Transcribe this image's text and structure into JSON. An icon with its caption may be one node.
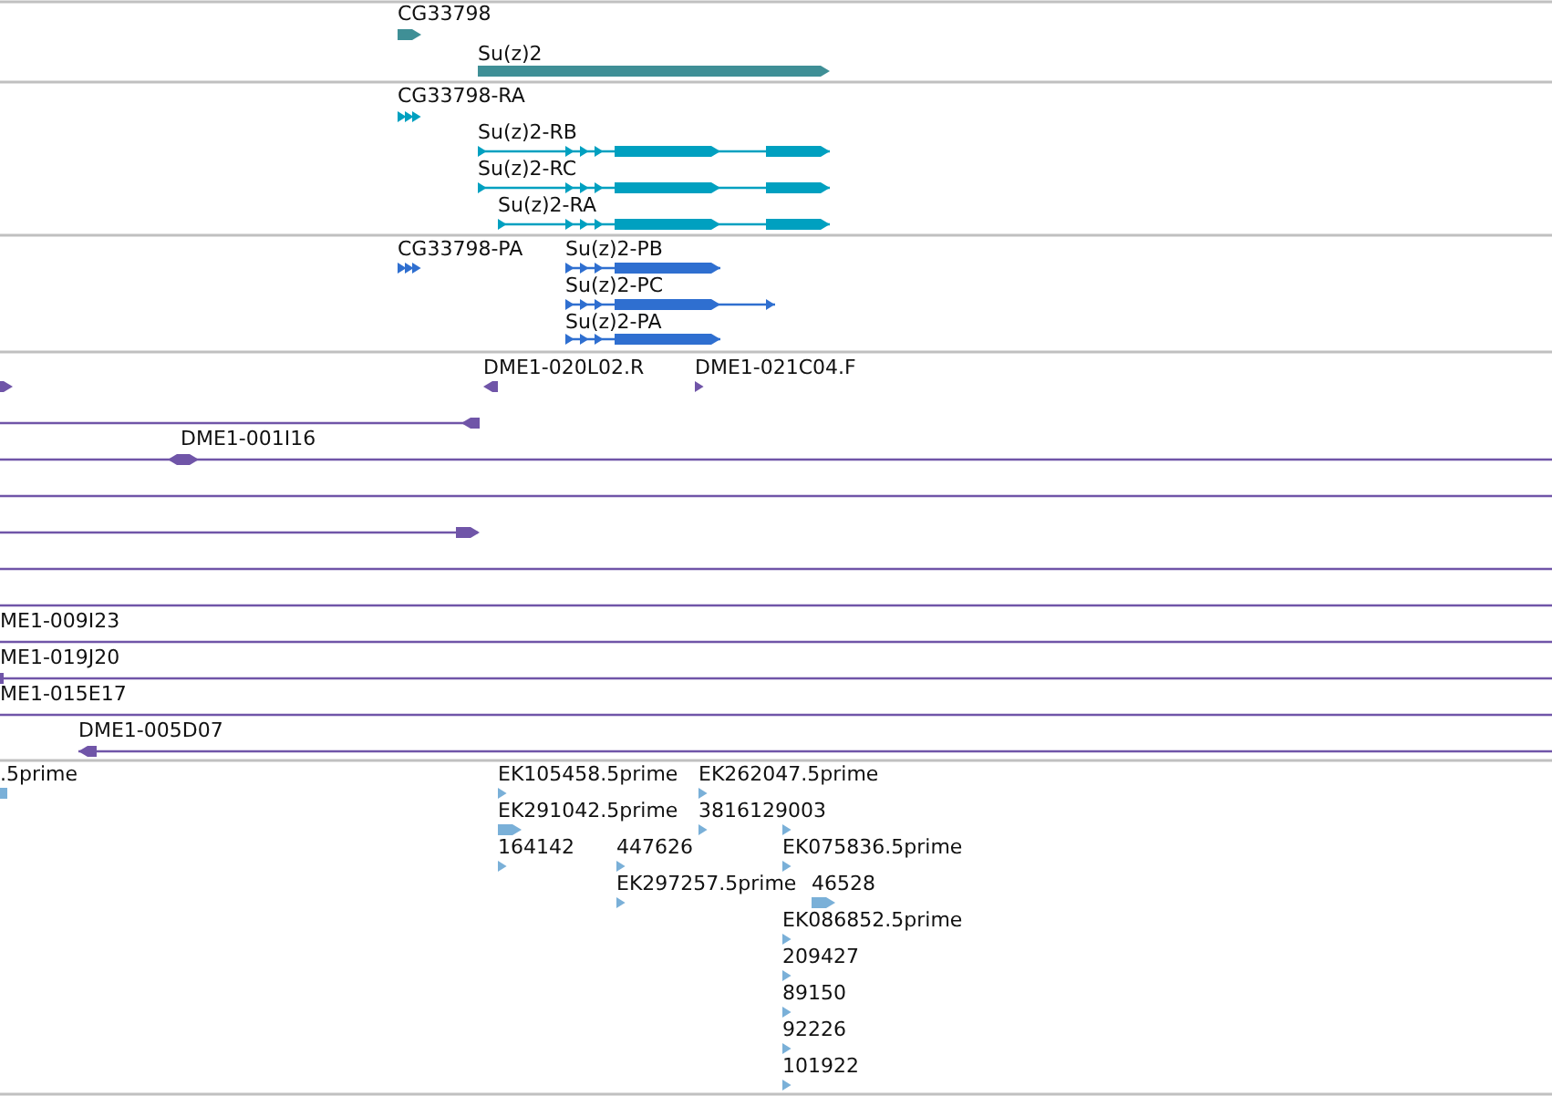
{
  "diagram": {
    "labels": [
      "CG33798",
      "Su(z)2",
      "CG33798-RA",
      "Su(z)2-RB",
      "Su(z)2-RC",
      "Su(z)2-RA",
      "CG33798-PA",
      "Su(z)2-PB",
      "Su(z)2-PC",
      "Su(z)2-PA",
      "DME1-020L02.R",
      "DME1-021C04.F",
      "DME1-001I16",
      "ME1-009I23",
      "ME1-019J20",
      "ME1-015E17",
      "DME1-005D07",
      ".5prime",
      "EK105458.5prime",
      "EK262047.5prime",
      "EK291042.5prime",
      "3816129003",
      "164142",
      "447626",
      "EK075836.5prime",
      "EK297257.5prime",
      "46528",
      "EK086852.5prime",
      "209427",
      "89150",
      "92226",
      "101922"
    ]
  }
}
